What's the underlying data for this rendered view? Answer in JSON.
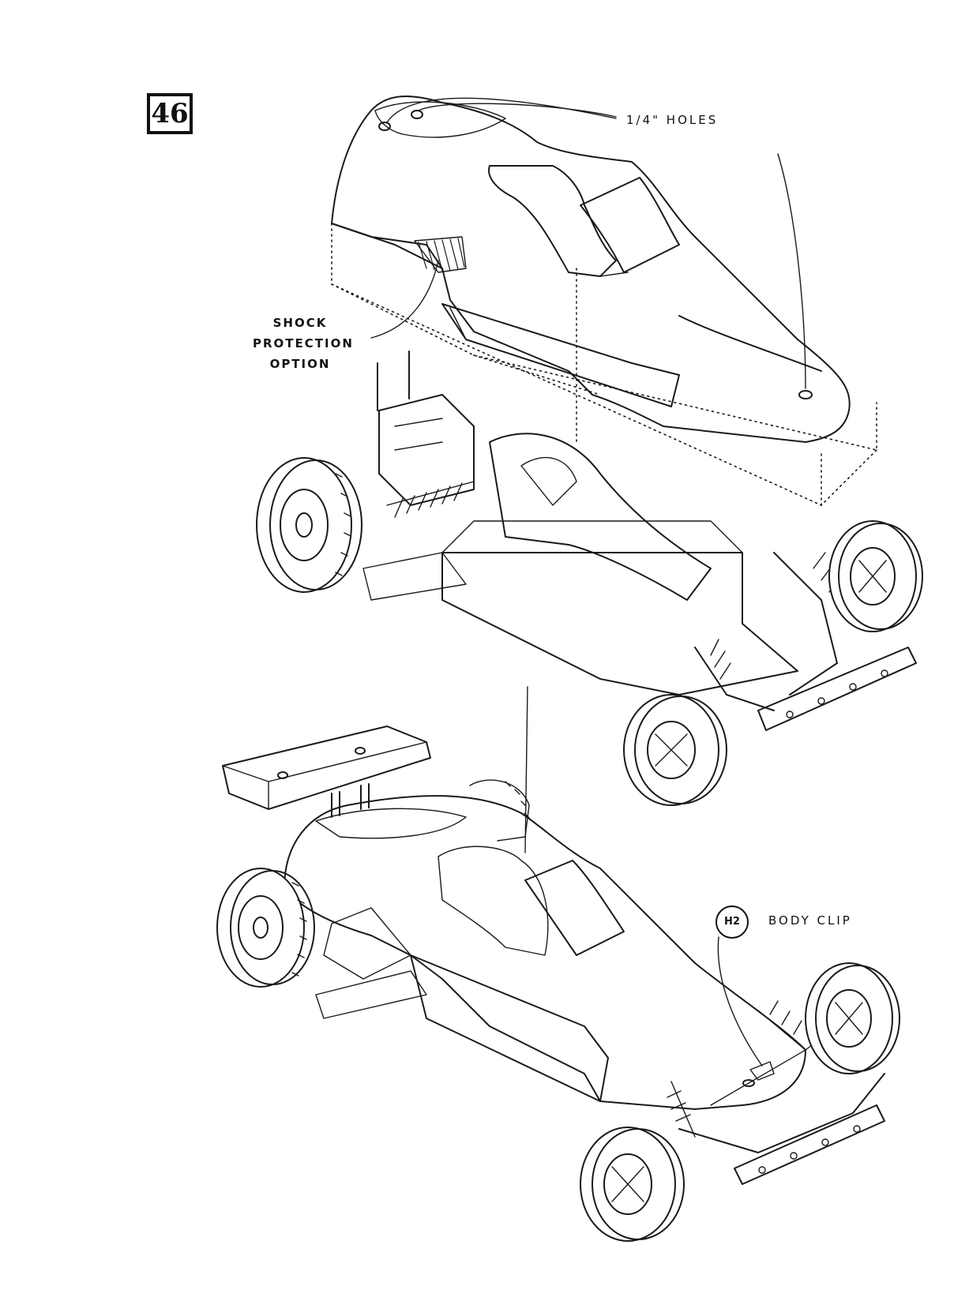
{
  "step": {
    "number": "46"
  },
  "callouts": {
    "holes": "1/4\" HOLES",
    "shock_lines": [
      "SHOCK",
      "PROTECTION",
      "OPTION"
    ],
    "part_id": "H2",
    "body_clip": "BODY CLIP"
  },
  "illustrations": {
    "top": "exploded-body-over-chassis",
    "bottom": "assembled-car-with-wing"
  }
}
